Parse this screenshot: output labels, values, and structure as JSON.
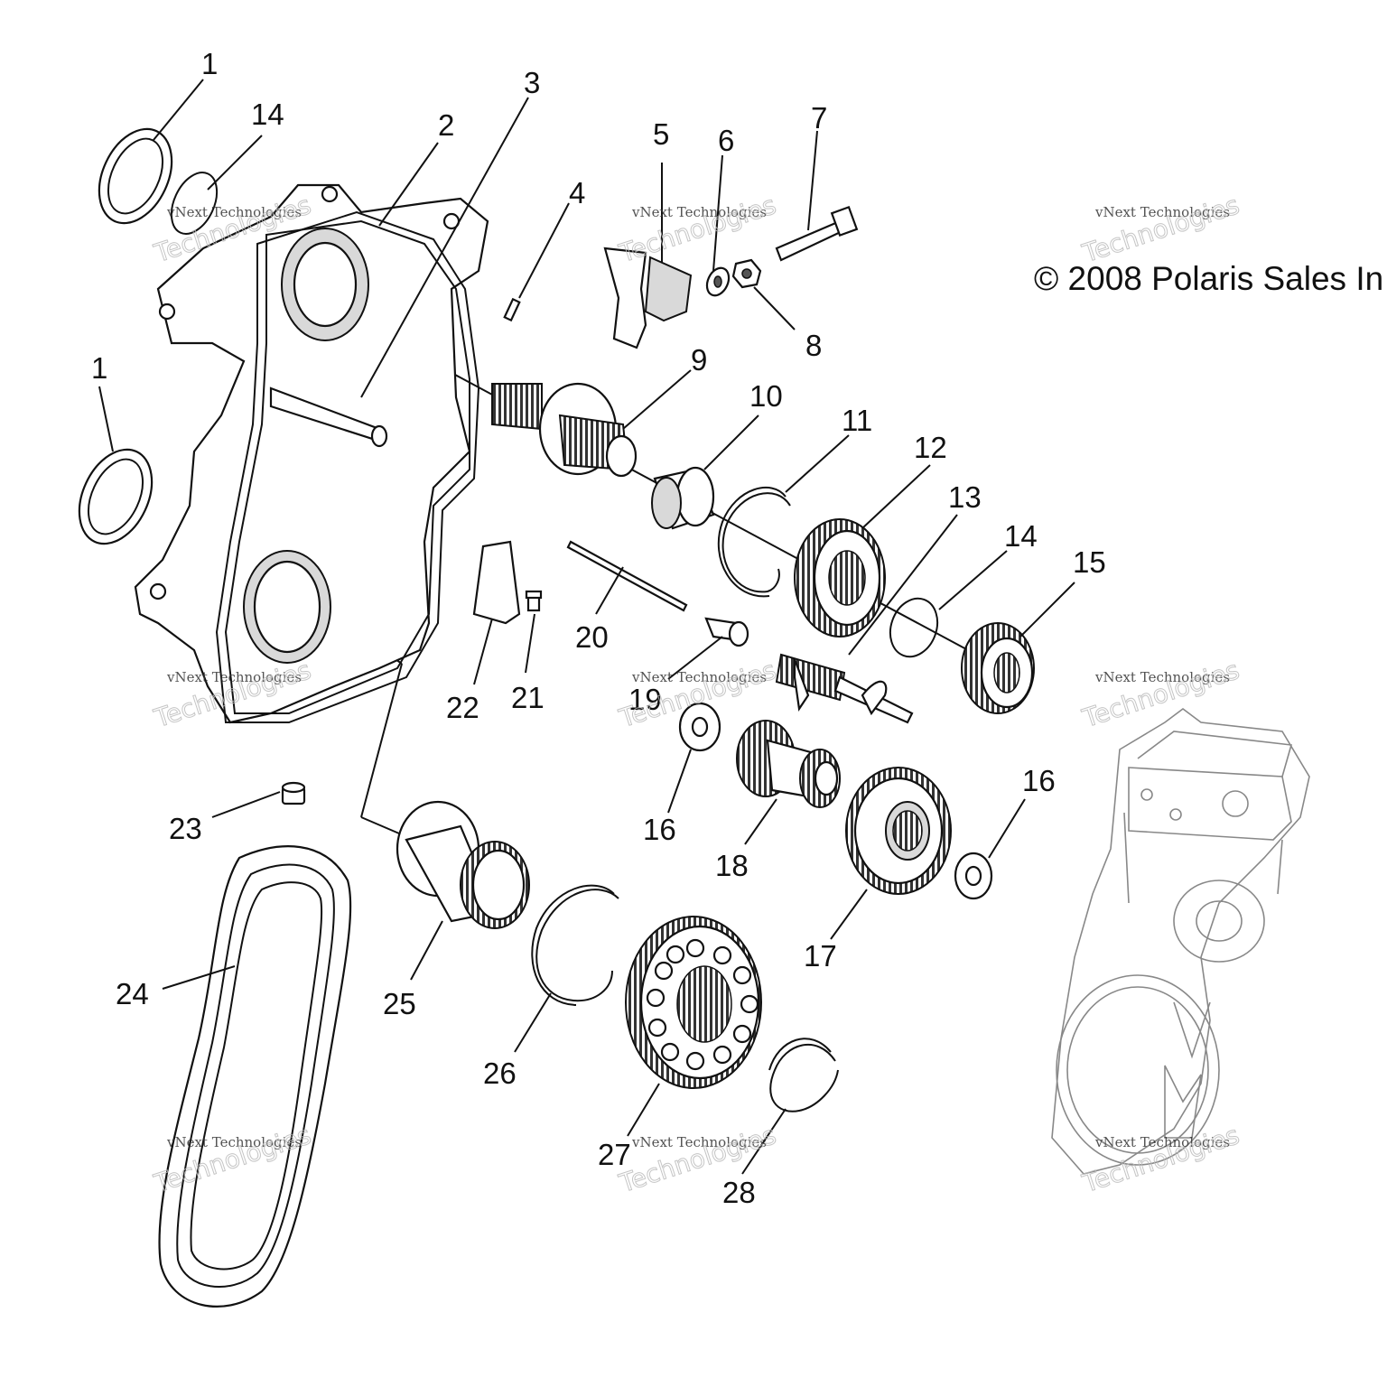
{
  "copyright": "© 2008 Polaris Sales In",
  "watermark": {
    "line1": "vNext Technologies",
    "line2": "Technologies"
  },
  "callouts": [
    {
      "id": "c1a",
      "label": "1"
    },
    {
      "id": "c1b",
      "label": "1"
    },
    {
      "id": "c2",
      "label": "2"
    },
    {
      "id": "c3",
      "label": "3"
    },
    {
      "id": "c4",
      "label": "4"
    },
    {
      "id": "c5",
      "label": "5"
    },
    {
      "id": "c6",
      "label": "6"
    },
    {
      "id": "c7",
      "label": "7"
    },
    {
      "id": "c8",
      "label": "8"
    },
    {
      "id": "c9",
      "label": "9"
    },
    {
      "id": "c10",
      "label": "10"
    },
    {
      "id": "c11",
      "label": "11"
    },
    {
      "id": "c12",
      "label": "12"
    },
    {
      "id": "c13",
      "label": "13"
    },
    {
      "id": "c14a",
      "label": "14"
    },
    {
      "id": "c14b",
      "label": "14"
    },
    {
      "id": "c15",
      "label": "15"
    },
    {
      "id": "c16a",
      "label": "16"
    },
    {
      "id": "c16b",
      "label": "16"
    },
    {
      "id": "c17",
      "label": "17"
    },
    {
      "id": "c18",
      "label": "18"
    },
    {
      "id": "c19",
      "label": "19"
    },
    {
      "id": "c20",
      "label": "20"
    },
    {
      "id": "c21",
      "label": "21"
    },
    {
      "id": "c22",
      "label": "22"
    },
    {
      "id": "c23",
      "label": "23"
    },
    {
      "id": "c24",
      "label": "24"
    },
    {
      "id": "c25",
      "label": "25"
    },
    {
      "id": "c26",
      "label": "26"
    },
    {
      "id": "c27",
      "label": "27"
    },
    {
      "id": "c28",
      "label": "28"
    }
  ]
}
